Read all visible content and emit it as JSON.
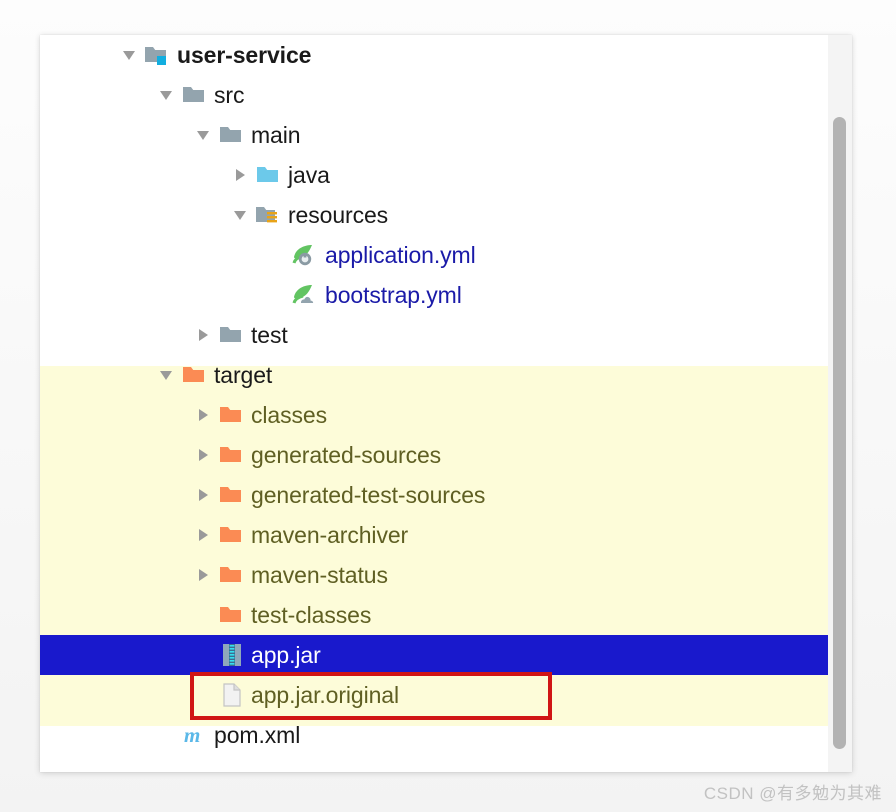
{
  "panel": {
    "name": "project-tree-panel",
    "selection_color": "#1919cc",
    "excluded_background": "#fdfcd9",
    "excluded_text_color": "#5f5f23",
    "link_text_color": "#1a1aa8"
  },
  "annotation": {
    "shape": "rectangle",
    "color": "#d01515",
    "target": "app.jar"
  },
  "tree": {
    "nodes": [
      {
        "label": "user-service",
        "icon": "module-folder-icon",
        "indent": 0,
        "toggle": "expanded",
        "style": "bold",
        "selected": false
      },
      {
        "label": "src",
        "icon": "folder-icon",
        "indent": 1,
        "toggle": "expanded",
        "style": "normal",
        "selected": false
      },
      {
        "label": "main",
        "icon": "folder-icon",
        "indent": 2,
        "toggle": "expanded",
        "style": "normal",
        "selected": false
      },
      {
        "label": "java",
        "icon": "sources-folder-icon",
        "indent": 3,
        "toggle": "collapsed",
        "style": "normal",
        "selected": false
      },
      {
        "label": "resources",
        "icon": "resources-folder-icon",
        "indent": 3,
        "toggle": "expanded",
        "style": "normal",
        "selected": false
      },
      {
        "label": "application.yml",
        "icon": "spring-config-icon",
        "indent": 4,
        "toggle": "none",
        "style": "linked",
        "selected": false
      },
      {
        "label": "bootstrap.yml",
        "icon": "spring-cloud-icon",
        "indent": 4,
        "toggle": "none",
        "style": "linked",
        "selected": false
      },
      {
        "label": "test",
        "icon": "folder-icon",
        "indent": 2,
        "toggle": "collapsed",
        "style": "normal",
        "selected": false
      },
      {
        "label": "target",
        "icon": "excluded-folder-icon",
        "indent": 1,
        "toggle": "expanded",
        "style": "normal",
        "selected": false
      },
      {
        "label": "classes",
        "icon": "excluded-folder-icon",
        "indent": 2,
        "toggle": "collapsed",
        "style": "excluded",
        "selected": false
      },
      {
        "label": "generated-sources",
        "icon": "excluded-folder-icon",
        "indent": 2,
        "toggle": "collapsed",
        "style": "excluded",
        "selected": false
      },
      {
        "label": "generated-test-sources",
        "icon": "excluded-folder-icon",
        "indent": 2,
        "toggle": "collapsed",
        "style": "excluded",
        "selected": false
      },
      {
        "label": "maven-archiver",
        "icon": "excluded-folder-icon",
        "indent": 2,
        "toggle": "collapsed",
        "style": "excluded",
        "selected": false
      },
      {
        "label": "maven-status",
        "icon": "excluded-folder-icon",
        "indent": 2,
        "toggle": "collapsed",
        "style": "excluded",
        "selected": false
      },
      {
        "label": "test-classes",
        "icon": "excluded-folder-icon",
        "indent": 2,
        "toggle": "none",
        "style": "excluded",
        "selected": false
      },
      {
        "label": "app.jar",
        "icon": "jar-archive-icon",
        "indent": 2,
        "toggle": "none",
        "style": "selected",
        "selected": true
      },
      {
        "label": "app.jar.original",
        "icon": "generic-file-icon",
        "indent": 2,
        "toggle": "none",
        "style": "excluded",
        "selected": false
      },
      {
        "label": "pom.xml",
        "icon": "maven-pom-icon",
        "indent": 1,
        "toggle": "none",
        "style": "normal",
        "selected": false
      }
    ]
  },
  "scrollbar": {
    "orientation": "vertical",
    "thumb_color": "#b3b3b3",
    "track_color": "#f4f4f4"
  },
  "watermark": {
    "text": "CSDN @有多勉为其难"
  }
}
